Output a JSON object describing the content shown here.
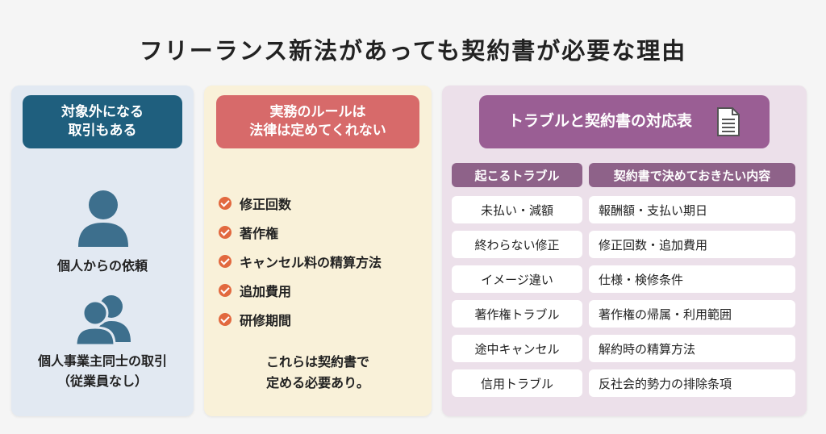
{
  "title": "フリーランス新法があっても契約書が必要な理由",
  "panel1": {
    "heading_line1": "対象外になる",
    "heading_line2": "取引もある",
    "caption1": "個人からの依頼",
    "caption2_line1": "個人事業主同士の取引",
    "caption2_line2": "（従業員なし）",
    "icon1": "person-icon",
    "icon2": "people-icon",
    "color": "#1f5f7e"
  },
  "panel2": {
    "heading_line1": "実務のルールは",
    "heading_line2": "法律は定めてくれない",
    "items": [
      "修正回数",
      "著作権",
      "キャンセル料の精算方法",
      "追加費用",
      "研修期間"
    ],
    "note_line1": "これらは契約書で",
    "note_line2": "定める必要あり。",
    "check_icon": "check-circle-icon",
    "color": "#d76a6a"
  },
  "panel3": {
    "heading": "トラブルと契約書の対応表",
    "heading_icon": "document-icon",
    "col1": "起こるトラブル",
    "col2": "契約書で決めておきたい内容",
    "rows": [
      {
        "trouble": "未払い・減額",
        "content": "報酬額・支払い期日"
      },
      {
        "trouble": "終わらない修正",
        "content": "修正回数・追加費用"
      },
      {
        "trouble": "イメージ違い",
        "content": "仕様・検修条件"
      },
      {
        "trouble": "著作権トラブル",
        "content": "著作権の帰属・利用範囲"
      },
      {
        "trouble": "途中キャンセル",
        "content": "解約時の精算方法"
      },
      {
        "trouble": "信用トラブル",
        "content": "反社会的勢力の排除条項"
      }
    ],
    "color": "#9a5e94"
  }
}
